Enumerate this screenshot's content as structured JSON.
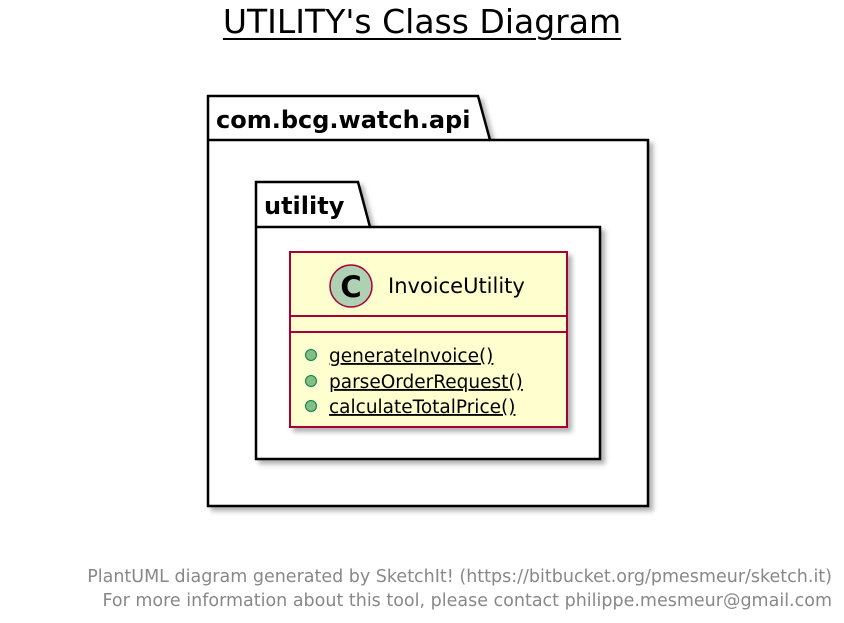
{
  "diagram": {
    "title": "UTILITY's Class Diagram",
    "outer_package": "com.bcg.watch.api",
    "inner_package": "utility",
    "class": {
      "stereotype_letter": "C",
      "name": "InvoiceUtility",
      "methods": [
        {
          "visibility": "+",
          "name": "generateInvoice()"
        },
        {
          "visibility": "+",
          "name": "parseOrderRequest()"
        },
        {
          "visibility": "+",
          "name": "calculateTotalPrice()"
        }
      ]
    },
    "footer_lines": [
      "PlantUML diagram generated by SketchIt! (https://bitbucket.org/pmesmeur/sketch.it)",
      "For more information about this tool, please contact philippe.mesmeur@gmail.com"
    ]
  },
  "colors": {
    "class_fill": "#FEFECE",
    "class_border": "#A80036",
    "circle_fill": "#ADD1B2",
    "method_dot": "#84BE84",
    "footer_text": "#888888"
  }
}
